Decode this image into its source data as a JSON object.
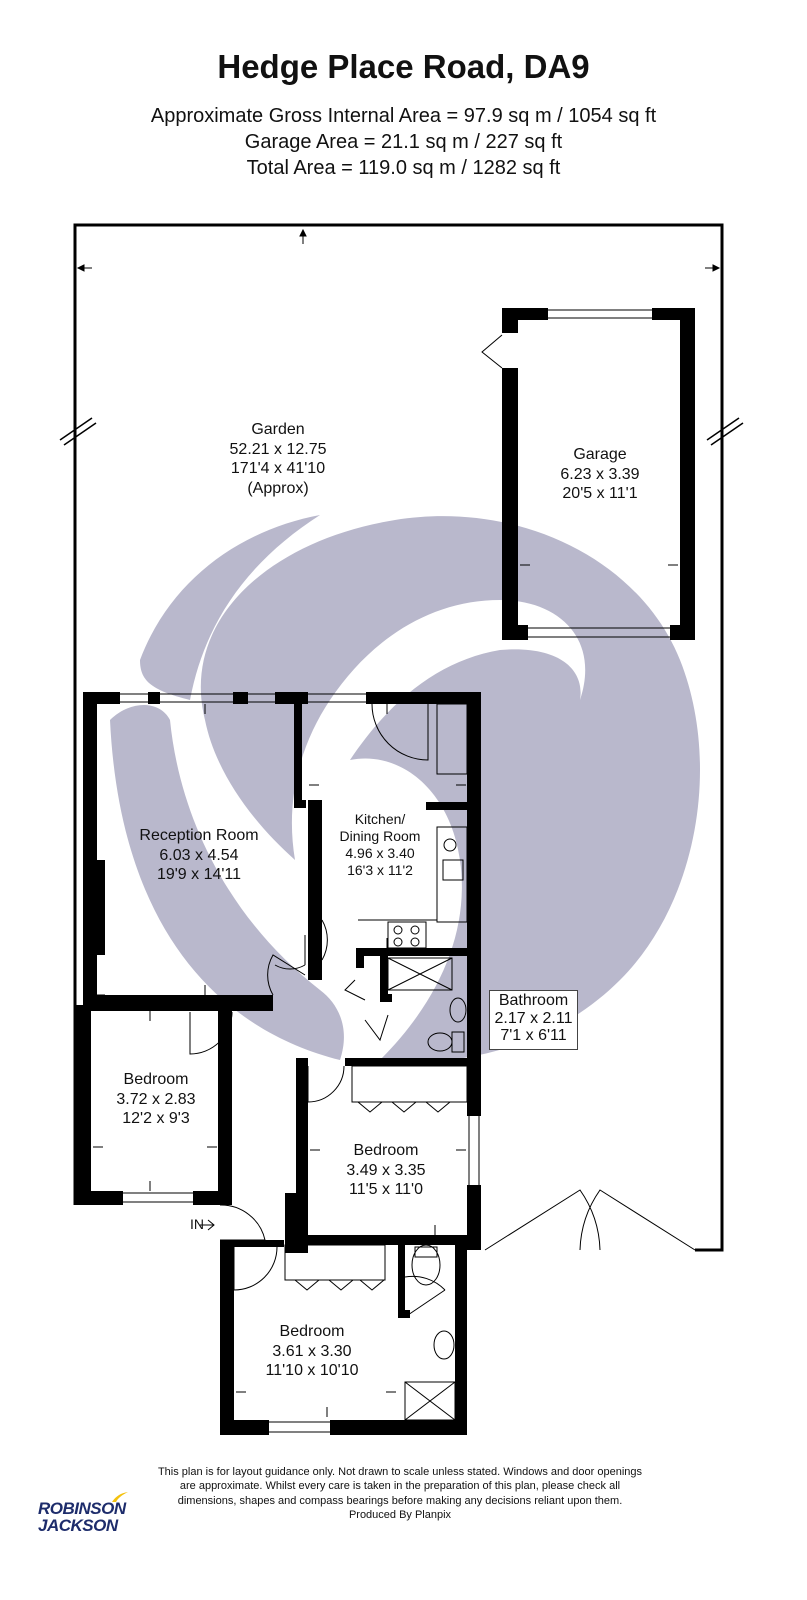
{
  "header": {
    "title": "Hedge Place Road, DA9",
    "areas": [
      "Approximate Gross Internal Area = 97.9 sq m / 1054 sq ft",
      "Garage Area = 21.1 sq m / 227 sq ft",
      "Total Area = 119.0 sq m / 1282 sq ft"
    ]
  },
  "rooms": {
    "garden": {
      "name": "Garden",
      "metric": "52.21 x 12.75",
      "imperial": "171'4 x 41'10",
      "note": "(Approx)"
    },
    "garage": {
      "name": "Garage",
      "metric": "6.23 x 3.39",
      "imperial": "20'5 x 11'1"
    },
    "reception": {
      "name": "Reception Room",
      "metric": "6.03 x 4.54",
      "imperial": "19'9 x 14'11"
    },
    "kitchen": {
      "name": "Kitchen/",
      "name2": "Dining Room",
      "metric": "4.96 x 3.40",
      "imperial": "16'3 x 11'2"
    },
    "bathroom": {
      "name": "Bathroom",
      "metric": "2.17 x 2.11",
      "imperial": "7'1 x 6'11"
    },
    "bedroom1": {
      "name": "Bedroom",
      "metric": "3.72 x 2.83",
      "imperial": "12'2 x 9'3"
    },
    "bedroom2": {
      "name": "Bedroom",
      "metric": "3.49 x 3.35",
      "imperial": "11'5 x 11'0"
    },
    "bedroom3": {
      "name": "Bedroom",
      "metric": "3.61 x 3.30",
      "imperial": "11'10 x 10'10"
    }
  },
  "entrance": {
    "label": "IN"
  },
  "disclaimer": [
    "This plan is for layout guidance only. Not drawn to scale unless stated. Windows and door openings",
    "are approximate. Whilst every care is taken in the preparation of this plan, please check all",
    "dimensions, shapes and compass bearings before making any decisions reliant upon them.",
    "Produced By Planpix"
  ],
  "brand": {
    "line1": "ROBINSON",
    "line2": "JACKSON",
    "color": "#1d2c6b",
    "accent": "#f4c20d"
  },
  "colors": {
    "wall": "#000000",
    "watermark": "#b9b8cc"
  }
}
